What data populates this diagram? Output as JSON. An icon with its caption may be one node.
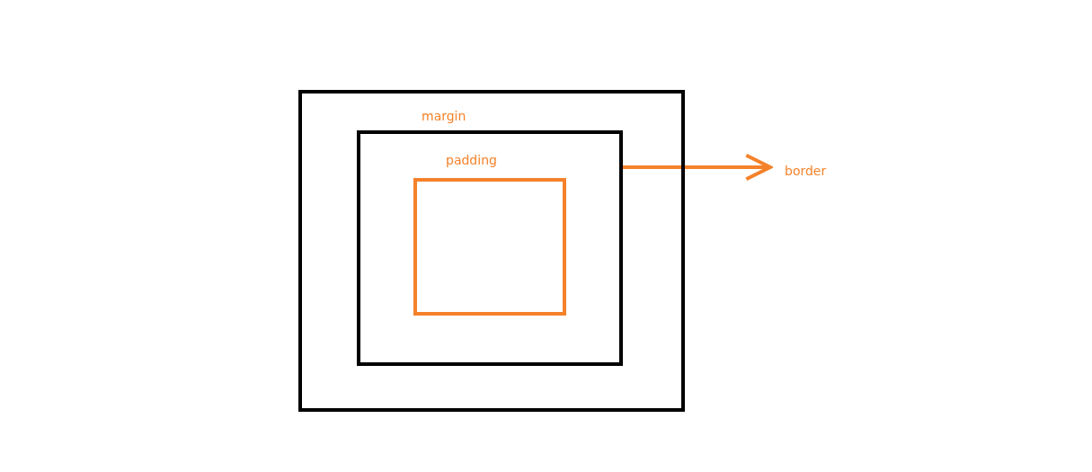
{
  "diagram": {
    "nodes": [
      {
        "text": [
          "margin"
        ]
      },
      {
        "text": [
          "padding"
        ],
        "in": 0
      },
      {
        "text": [],
        "shape": "box",
        "in": 1
      },
      {
        "text": [
          "border"
        ]
      }
    ],
    "edges": [
      {
        "from": 1,
        "to": 3,
        "arrow": "to",
        "color": "#f5822a"
      }
    ]
  }
}
